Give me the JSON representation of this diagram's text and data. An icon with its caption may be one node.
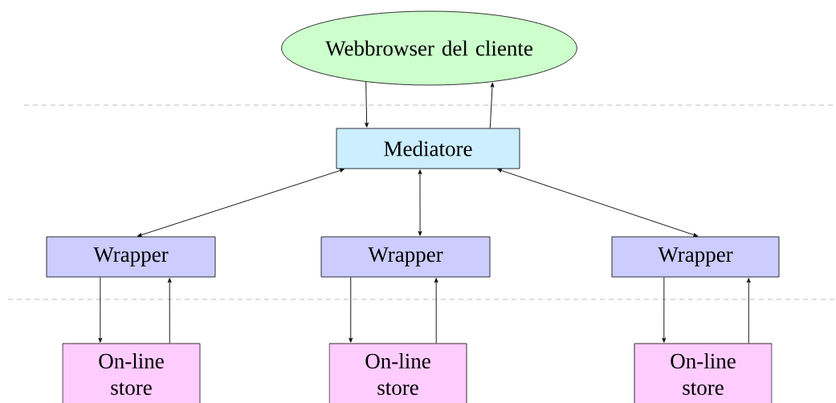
{
  "diagram": {
    "nodes": [
      {
        "text": [
          "Webbrowser del cliente"
        ]
      },
      {
        "text": [
          "Mediatore"
        ]
      },
      {
        "text": [
          "Wrapper"
        ]
      },
      {
        "text": [
          "Wrapper"
        ]
      },
      {
        "text": [
          "Wrapper"
        ]
      },
      {
        "text": [
          "On-line store"
        ]
      },
      {
        "text": [
          "On-line store"
        ]
      },
      {
        "text": [
          "On-line store"
        ]
      }
    ],
    "edges": [
      {
        "from": 0,
        "to": 1,
        "arrow": "to"
      },
      {
        "from": 1,
        "to": 0,
        "arrow": "to"
      },
      {
        "from": 1,
        "to": 2,
        "arrow": "both"
      },
      {
        "from": 1,
        "to": 3,
        "arrow": "both"
      },
      {
        "from": 1,
        "to": 4,
        "arrow": "both"
      },
      {
        "from": 2,
        "to": 5,
        "arrow": "to"
      },
      {
        "from": 5,
        "to": 2,
        "arrow": "to"
      },
      {
        "from": 3,
        "to": 6,
        "arrow": "to"
      },
      {
        "from": 6,
        "to": 3,
        "arrow": "to"
      },
      {
        "from": 4,
        "to": 7,
        "arrow": "to"
      },
      {
        "from": 7,
        "to": 4,
        "arrow": "to"
      }
    ]
  }
}
